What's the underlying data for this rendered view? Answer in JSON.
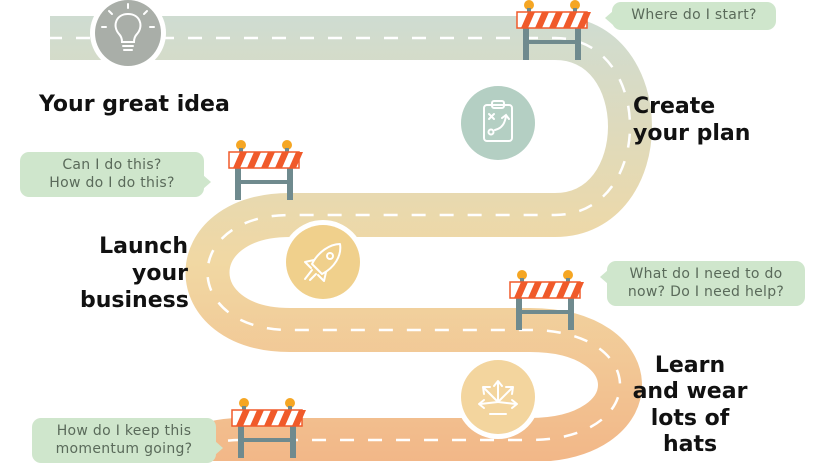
{
  "stages": [
    {
      "label": "Your great idea",
      "icon": "lightbulb-icon",
      "color": "#a9aea8"
    },
    {
      "label_lines": [
        "Create",
        "your plan"
      ],
      "icon": "clipboard-strategy-icon",
      "color": "#b4cfc3"
    },
    {
      "label_lines": [
        "Launch",
        "your",
        "business"
      ],
      "icon": "rocket-icon",
      "color": "#f0d08c"
    },
    {
      "label_lines": [
        "Learn",
        "and wear",
        "lots of",
        "hats"
      ],
      "icon": "arrows-burst-icon",
      "color": "#f3d59e"
    }
  ],
  "questions": [
    {
      "lines": [
        "Where do I start?"
      ]
    },
    {
      "lines": [
        "Can I do this?",
        "How do I do this?"
      ]
    },
    {
      "lines": [
        "What do I need to do",
        "now? Do I need help?"
      ]
    },
    {
      "lines": [
        "How do I keep this",
        "momentum going?"
      ]
    }
  ],
  "colors": {
    "road_start": "#cfdcd1",
    "road_mid": "#f1d8a3",
    "road_end": "#f2b788",
    "bubble": "#cfe6cc",
    "bubble_text": "#5a6a5a",
    "barricade_stripe": "#f05a2a",
    "barricade_light": "#f5a623",
    "barricade_post": "#6f8a8e"
  }
}
